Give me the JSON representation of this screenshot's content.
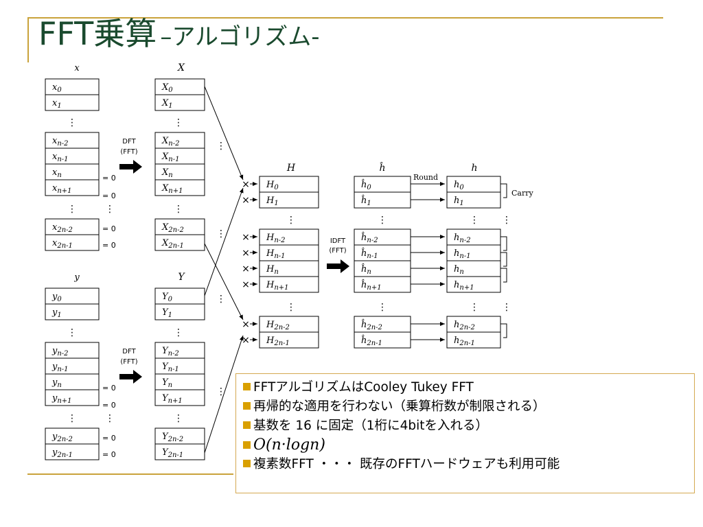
{
  "title": {
    "main": "FFT乗算",
    "sub": "–アルゴリズム-"
  },
  "diagram": {
    "x_header": "x",
    "X_header": "X",
    "y_header": "y",
    "Y_header": "Y",
    "H_header": "H",
    "hhat_header": "ĥ",
    "h_header": "h",
    "x_cells": [
      "x0",
      "x1",
      "xn-2",
      "xn-1",
      "xn",
      "xn+1",
      "x2n-2",
      "x2n-1"
    ],
    "X_cells": [
      "X0",
      "X1",
      "Xn-2",
      "Xn-1",
      "Xn",
      "Xn+1",
      "X2n-2",
      "X2n-1"
    ],
    "y_cells": [
      "y0",
      "y1",
      "yn-2",
      "yn-1",
      "yn",
      "yn+1",
      "y2n-2",
      "y2n-1"
    ],
    "Y_cells": [
      "Y0",
      "Y1",
      "Yn-2",
      "Yn-1",
      "Yn",
      "Yn+1",
      "Y2n-2",
      "Y2n-1"
    ],
    "H_cells": [
      "H0",
      "H1",
      "Hn-2",
      "Hn-1",
      "Hn",
      "Hn+1",
      "H2n-2",
      "H2n-1"
    ],
    "hhat_cells": [
      "ĥ0",
      "ĥ1",
      "ĥn-2",
      "ĥn-1",
      "ĥn",
      "ĥn+1",
      "ĥ2n-2",
      "ĥ2n-1"
    ],
    "h_cells": [
      "h0",
      "h1",
      "hn-2",
      "hn-1",
      "hn",
      "hn+1",
      "h2n-2",
      "h2n-1"
    ],
    "zero_label": "= 0",
    "dft_label": "DFT",
    "fft_label": "(FFT)",
    "idft_label": "IDFT",
    "round_label": "Round",
    "carry_label": "Carry",
    "multiply_sign": "×",
    "ellipsis": "⋮"
  },
  "notes": [
    "FFTアルゴリズムはCooley Tukey FFT",
    "再帰的な適用を行わない（乗算桁数が制限される）",
    "基数を 16 に固定（1桁に4bitを入れる）",
    "O(n·logn)",
    "複素数FFT ・・・ 既存のFFTハードウェアも利用可能"
  ],
  "colors": {
    "rule": "#c9a23a",
    "title": "#1a4a2e",
    "bullet": "#d9a000",
    "box_border": "#d4a850"
  }
}
